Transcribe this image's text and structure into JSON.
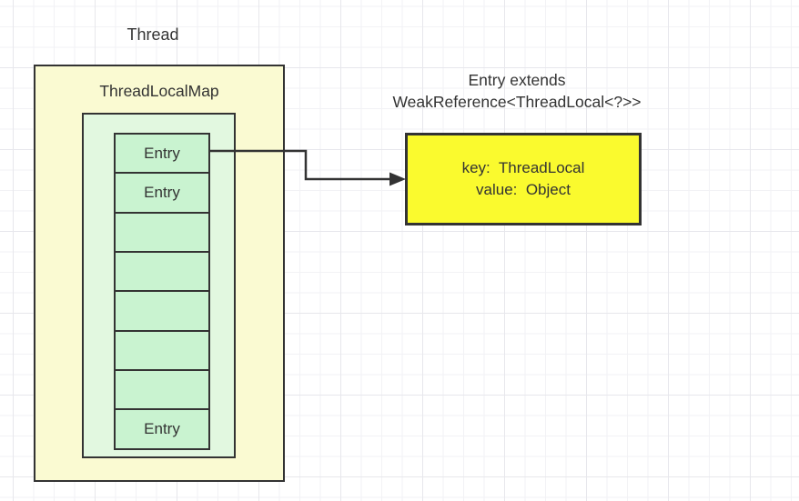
{
  "thread": {
    "label": "Thread"
  },
  "thread_local_map": {
    "title": "ThreadLocalMap",
    "cells": [
      "Entry",
      "Entry",
      "",
      "",
      "",
      "",
      "",
      "Entry"
    ]
  },
  "entry_annotation": {
    "line1": "Entry extends",
    "line2": "WeakReference<ThreadLocal<?>>"
  },
  "entry_detail": {
    "key_line": "key:  ThreadLocal",
    "value_line": "value:  Object"
  },
  "colors": {
    "outer_box_fill": "#fafad2",
    "inner_box_fill": "#e2f8e0",
    "cell_fill": "#c9f3d0",
    "entry_detail_fill": "#fafa2e",
    "border": "#333333",
    "text": "#333333",
    "grid_minor": "#f2f2f5",
    "grid_major": "#e7e7ec"
  }
}
